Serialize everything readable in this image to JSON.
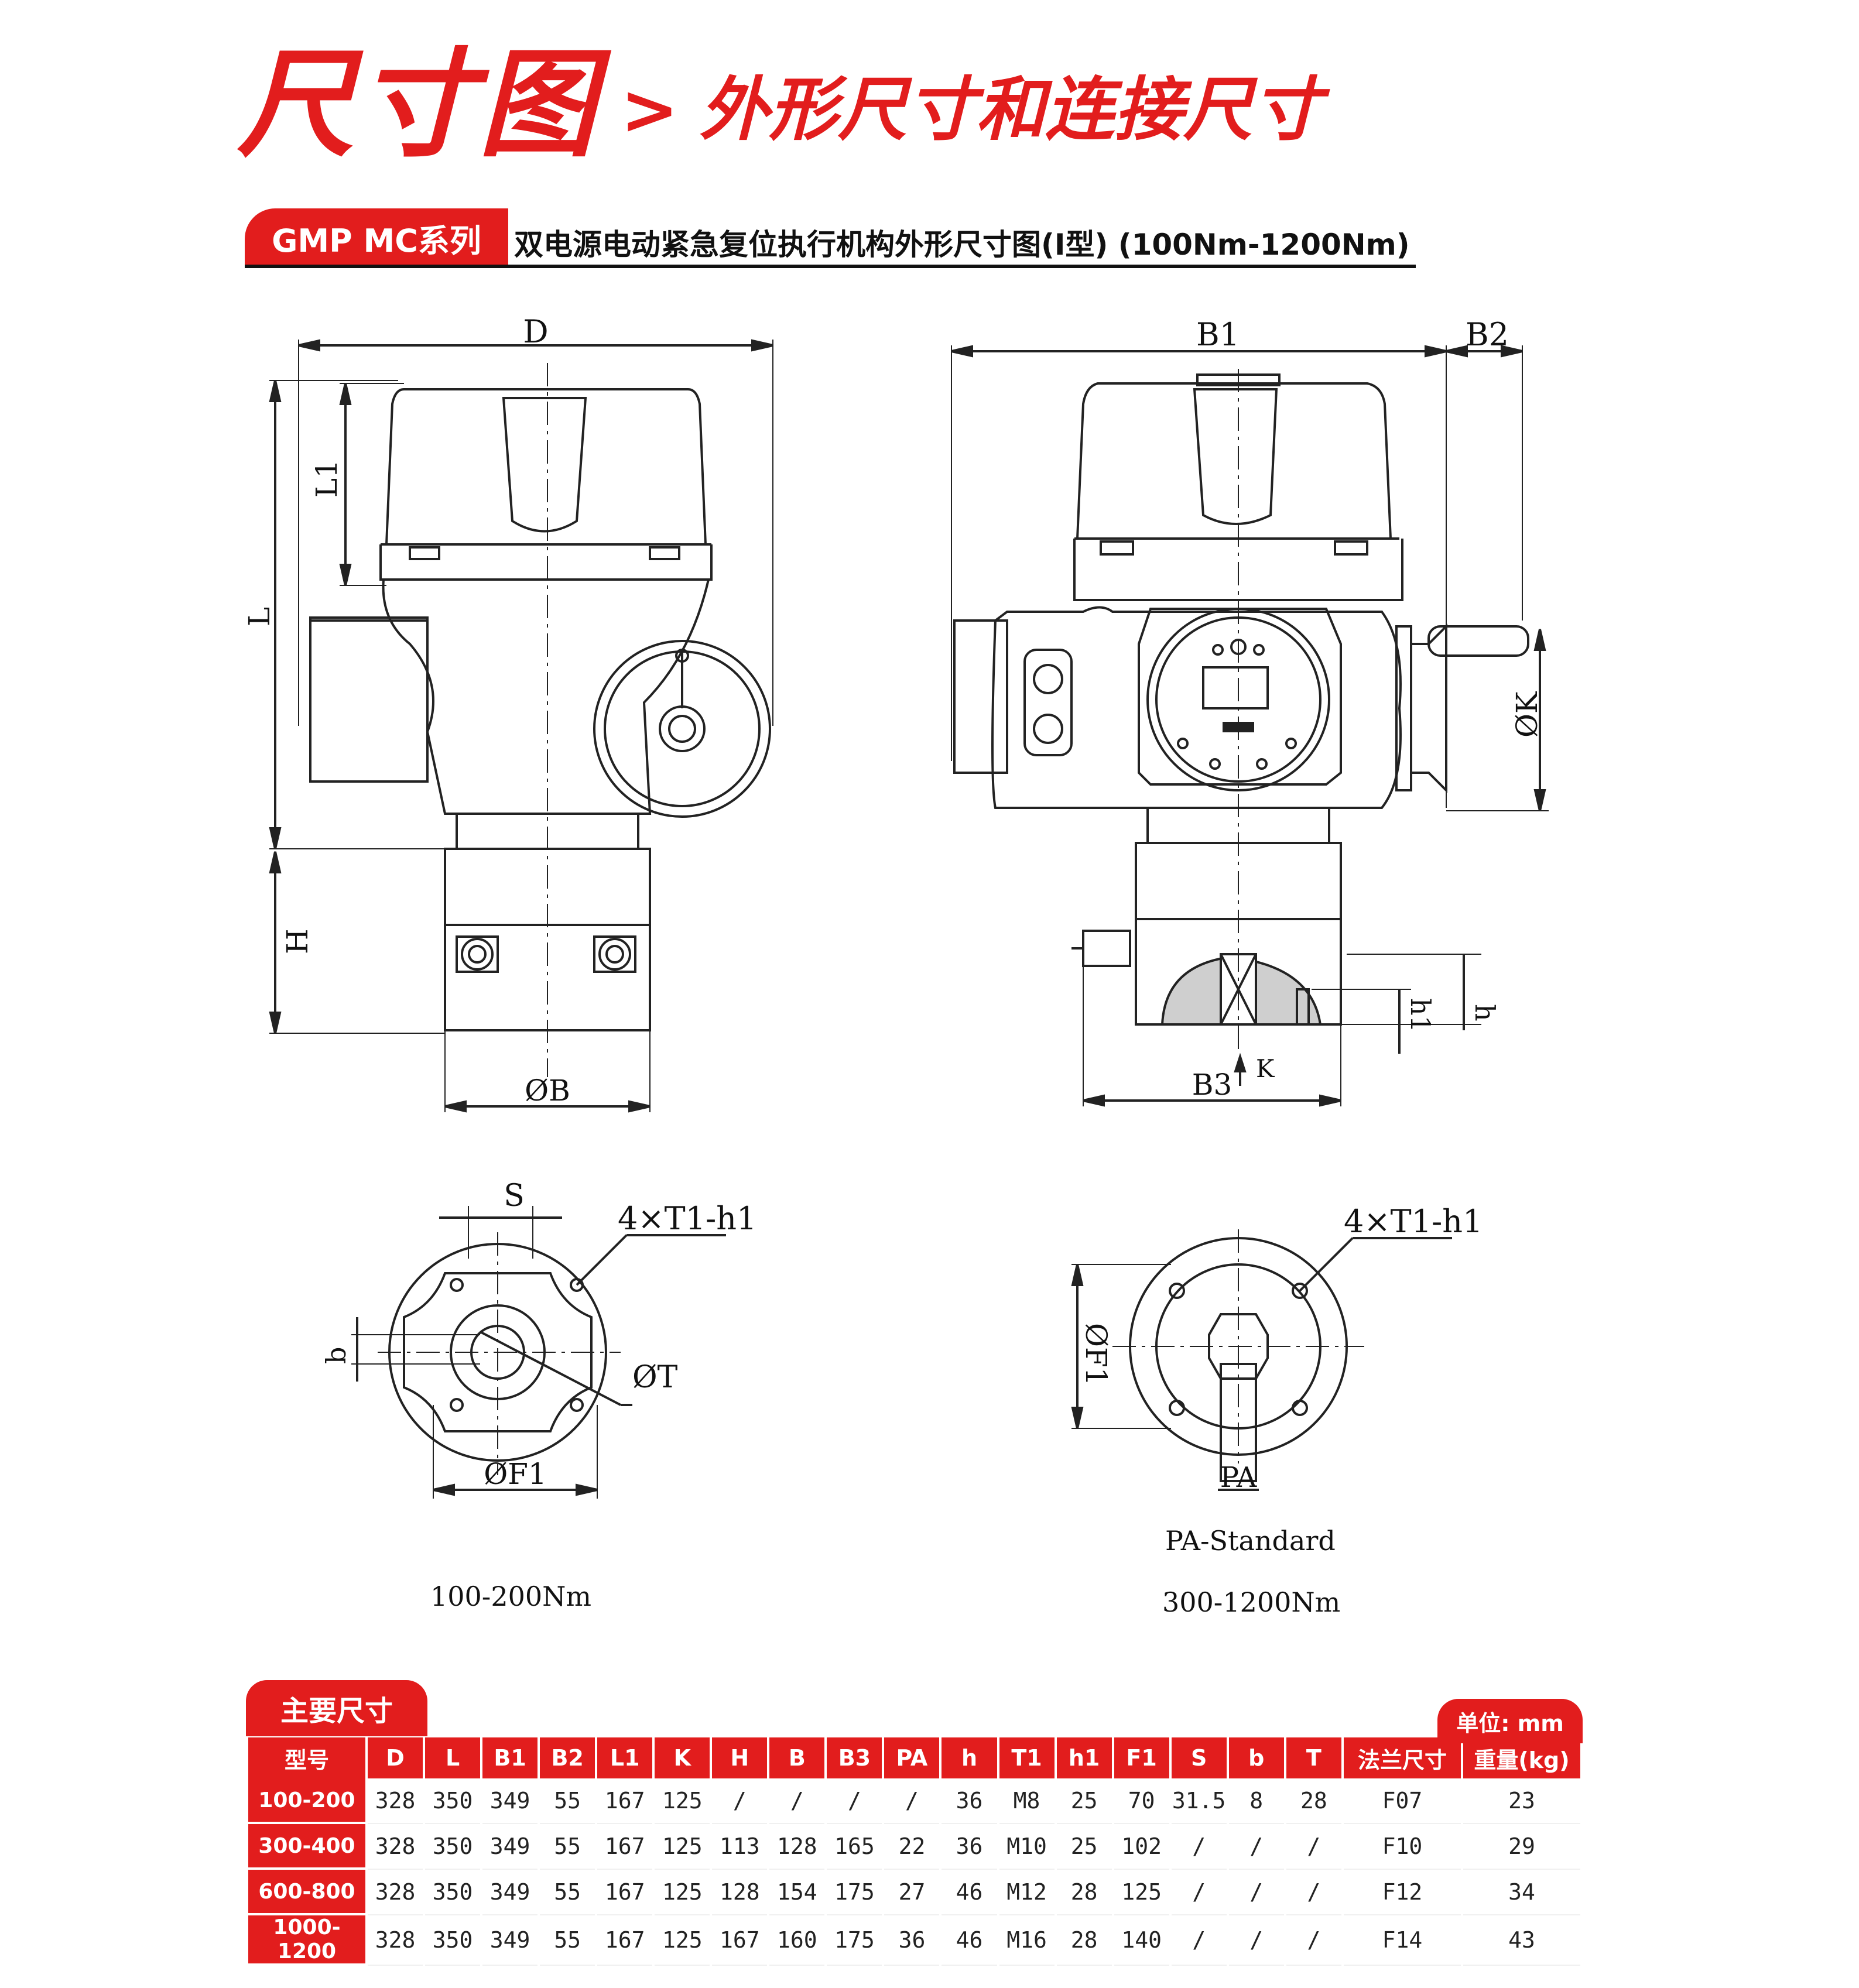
{
  "header": {
    "title": "尺寸图",
    "chevron": ">",
    "subtitle": "外形尺寸和连接尺寸"
  },
  "series": {
    "tag": "GMP MC系列",
    "title": "双电源电动紧急复位执行机构外形尺寸图(I型) (100Nm-1200Nm)"
  },
  "drawing_labels": {
    "front": {
      "D": "D",
      "L1": "L1",
      "L": "L",
      "H": "H",
      "B": "ØB"
    },
    "side": {
      "B1": "B1",
      "B2": "B2",
      "K": "ØK",
      "h": "h",
      "h1": "h1",
      "B3": "B3",
      "Karrow": "K"
    },
    "flange_small": {
      "S": "S",
      "hole": "4×T1-h1",
      "b": "b",
      "T": "ØT",
      "F1": "ØF1"
    },
    "flange_large": {
      "hole": "4×T1-h1",
      "F1": "ØF1",
      "PA": "PA"
    }
  },
  "captions": {
    "small": "100-200Nm",
    "pa_standard": "PA-Standard",
    "large": "300-1200Nm"
  },
  "table": {
    "tag": "主要尺寸",
    "unit": "单位: mm",
    "headers": [
      "型号",
      "D",
      "L",
      "B1",
      "B2",
      "L1",
      "K",
      "H",
      "B",
      "B3",
      "PA",
      "h",
      "T1",
      "h1",
      "F1",
      "S",
      "b",
      "T",
      "法兰尺寸",
      "重量(kg)"
    ],
    "rows": [
      [
        "100-200",
        "328",
        "350",
        "349",
        "55",
        "167",
        "125",
        "/",
        "/",
        "/",
        "/",
        "36",
        "M8",
        "25",
        "70",
        "31.5",
        "8",
        "28",
        "F07",
        "23"
      ],
      [
        "300-400",
        "328",
        "350",
        "349",
        "55",
        "167",
        "125",
        "113",
        "128",
        "165",
        "22",
        "36",
        "M10",
        "25",
        "102",
        "/",
        "/",
        "/",
        "F10",
        "29"
      ],
      [
        "600-800",
        "328",
        "350",
        "349",
        "55",
        "167",
        "125",
        "128",
        "154",
        "175",
        "27",
        "46",
        "M12",
        "28",
        "125",
        "/",
        "/",
        "/",
        "F12",
        "34"
      ],
      [
        "1000-1200",
        "328",
        "350",
        "349",
        "55",
        "167",
        "125",
        "167",
        "160",
        "175",
        "36",
        "46",
        "M16",
        "28",
        "140",
        "/",
        "/",
        "/",
        "F14",
        "43"
      ]
    ]
  },
  "colors": {
    "accent": "#e21d1d",
    "line": "#222222"
  }
}
